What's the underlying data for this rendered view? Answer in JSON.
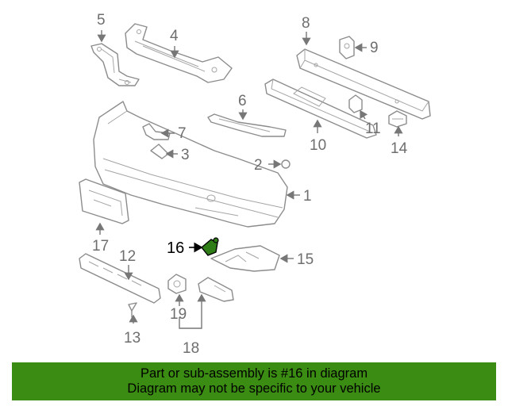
{
  "labels": {
    "p1": "1",
    "p2": "2",
    "p3": "3",
    "p4": "4",
    "p5": "5",
    "p6": "6",
    "p7": "7",
    "p8": "8",
    "p9": "9",
    "p10": "10",
    "p11": "11",
    "p12": "12",
    "p13": "13",
    "p14": "14",
    "p15": "15",
    "p16": "16",
    "p17": "17",
    "p18": "18",
    "p19": "19"
  },
  "highlight_part": "16",
  "colors": {
    "banner": "#3a8c12",
    "highlighted_part": "#2f7d16",
    "line_art": "#8c8c8c"
  },
  "banner": {
    "line1": "Part or sub-assembly is #16 in diagram",
    "line2": "Diagram may not be specific to your vehicle"
  }
}
